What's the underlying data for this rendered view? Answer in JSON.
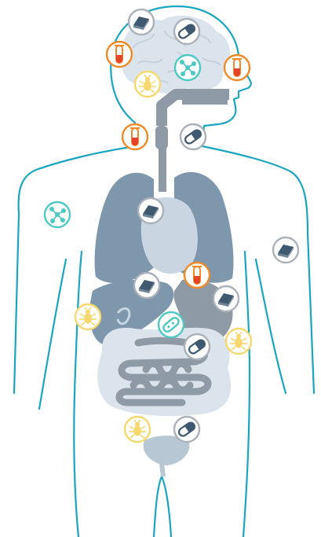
{
  "colors": {
    "outline": "#1aa5c0",
    "organ_dark": "#7f97ad",
    "organ_mid": "#a5b6c6",
    "organ_light": "#c9d6e1",
    "organ_pale": "#dbe4ec",
    "gray_tube": "#8e9aa5",
    "orange": "#f08a24",
    "yellow": "#f6d86e",
    "teal": "#4ec8c3",
    "dark_icon": "#3e5970",
    "icon_ring": "#aab1b8"
  },
  "icons": {
    "bar": "mineral-bar-icon",
    "pill": "capsule-pill-icon",
    "tube": "test-tube-icon",
    "bug": "parasite-bug-icon",
    "molecule": "molecule-icon",
    "microbe": "bacteria-icon"
  },
  "markers": [
    {
      "name": "bar-icon-head-top",
      "kind": "bar"
    },
    {
      "name": "pill-icon-head",
      "kind": "pill"
    },
    {
      "name": "tube-icon-head-left",
      "kind": "tube"
    },
    {
      "name": "molecule-icon-head",
      "kind": "molecule"
    },
    {
      "name": "tube-icon-head-right",
      "kind": "tube"
    },
    {
      "name": "bug-icon-head",
      "kind": "bug"
    },
    {
      "name": "tube-icon-neck",
      "kind": "tube"
    },
    {
      "name": "pill-icon-neck",
      "kind": "pill"
    },
    {
      "name": "molecule-icon-left-arm",
      "kind": "molecule"
    },
    {
      "name": "bar-icon-lung",
      "kind": "bar"
    },
    {
      "name": "bar-icon-right-arm",
      "kind": "bar"
    },
    {
      "name": "bar-icon-liver",
      "kind": "bar"
    },
    {
      "name": "tube-icon-abdomen",
      "kind": "tube"
    },
    {
      "name": "bar-icon-stomach",
      "kind": "bar"
    },
    {
      "name": "bug-icon-left-side",
      "kind": "bug"
    },
    {
      "name": "microbe-icon-gut",
      "kind": "microbe"
    },
    {
      "name": "pill-icon-intestine",
      "kind": "pill"
    },
    {
      "name": "bug-icon-right-side",
      "kind": "bug"
    },
    {
      "name": "bug-icon-pelvis",
      "kind": "bug"
    },
    {
      "name": "pill-icon-pelvis",
      "kind": "pill"
    }
  ]
}
